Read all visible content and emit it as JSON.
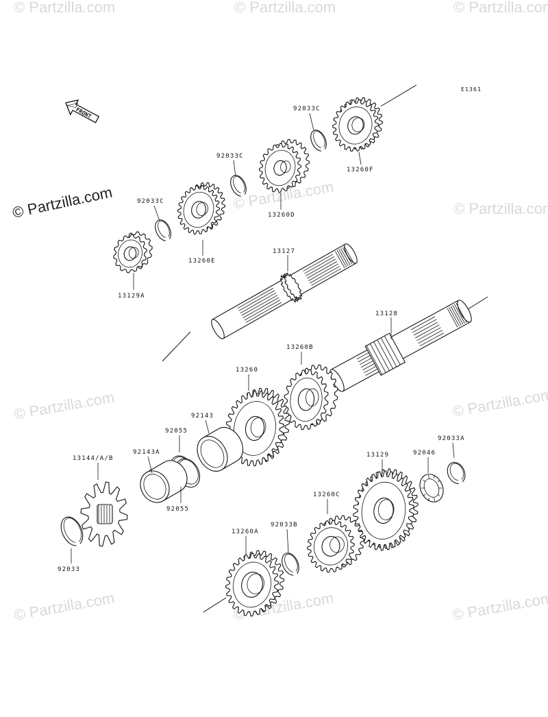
{
  "diagram": {
    "code": "E1361",
    "front_label": "FRONT",
    "watermark": "© Partzilla.com",
    "watermark_main": "© Partzilla.com"
  },
  "parts": [
    {
      "id": "92033C_a",
      "label": "92033C"
    },
    {
      "id": "92033C_b",
      "label": "92033C"
    },
    {
      "id": "92033C_c",
      "label": "92033C"
    },
    {
      "id": "13260F",
      "label": "13260F"
    },
    {
      "id": "13260D",
      "label": "13260D"
    },
    {
      "id": "13260E",
      "label": "13260E"
    },
    {
      "id": "13129A",
      "label": "13129A"
    },
    {
      "id": "13127",
      "label": "13127"
    },
    {
      "id": "13128",
      "label": "13128"
    },
    {
      "id": "13260B",
      "label": "13260B"
    },
    {
      "id": "13260",
      "label": "13260"
    },
    {
      "id": "92143",
      "label": "92143"
    },
    {
      "id": "92055_a",
      "label": "92055"
    },
    {
      "id": "92055_b",
      "label": "92055"
    },
    {
      "id": "92143A",
      "label": "92143A"
    },
    {
      "id": "13144",
      "label": "13144/A/B"
    },
    {
      "id": "92033",
      "label": "92033"
    },
    {
      "id": "13129",
      "label": "13129"
    },
    {
      "id": "92046",
      "label": "92046"
    },
    {
      "id": "92033A",
      "label": "92033A"
    },
    {
      "id": "13260C",
      "label": "13260C"
    },
    {
      "id": "92033B",
      "label": "92033B"
    },
    {
      "id": "13260A",
      "label": "13260A"
    }
  ]
}
